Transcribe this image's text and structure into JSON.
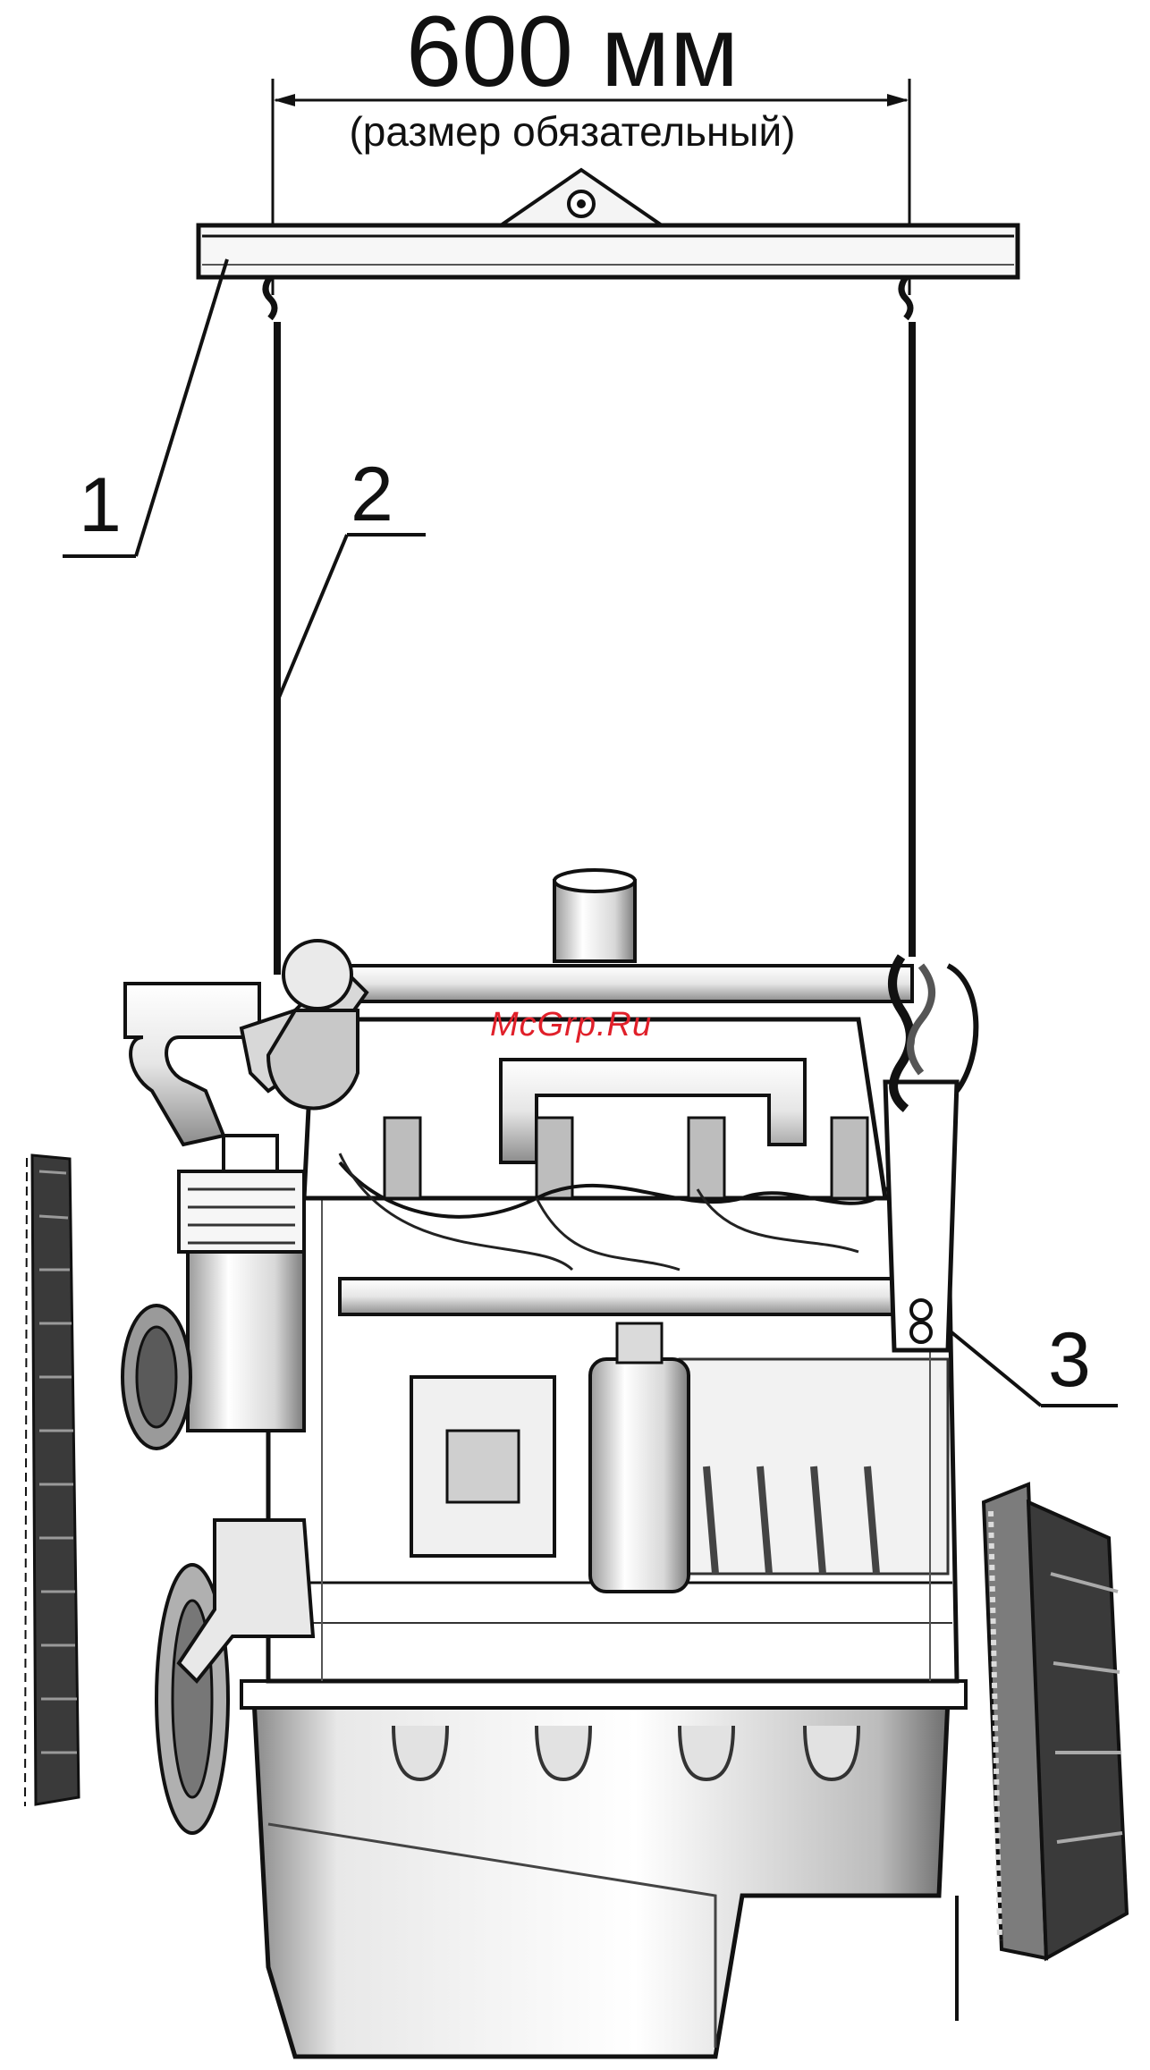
{
  "dimension": {
    "value": "600 мм",
    "note": "(размер обязательный)"
  },
  "callouts": [
    {
      "id": "1",
      "label": "1"
    },
    {
      "id": "2",
      "label": "2"
    },
    {
      "id": "3",
      "label": "3"
    }
  ],
  "watermark": "McGrp.Ru",
  "colors": {
    "line": "#111111",
    "fill_light": "#f2f2f2",
    "fill_mid": "#d0d0d0",
    "fill_dark": "#7a7a7a",
    "watermark": "#e0202a"
  }
}
